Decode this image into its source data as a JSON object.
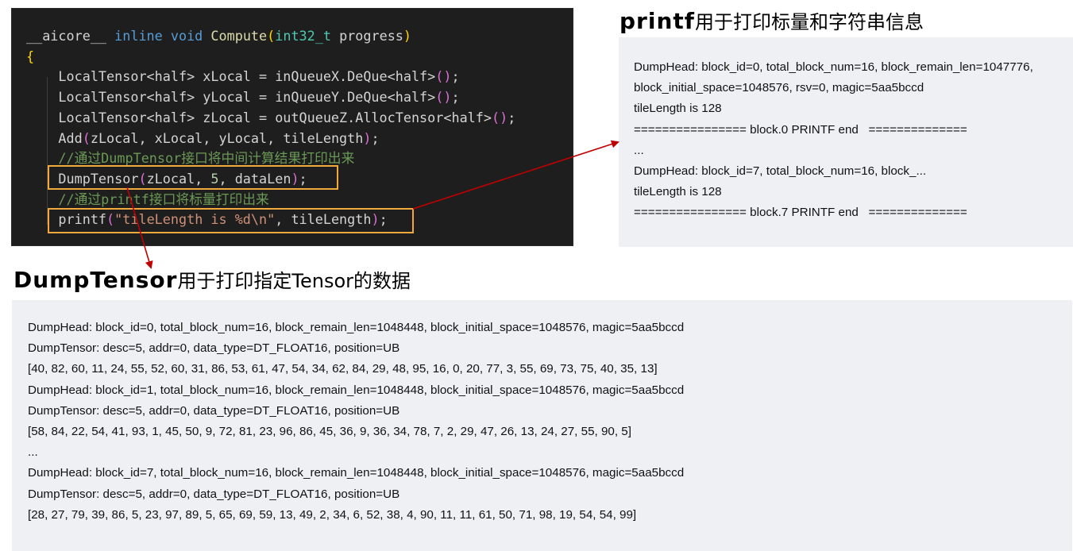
{
  "code": {
    "lines": [
      [
        {
          "t": "__aicore__ ",
          "c": ""
        },
        {
          "t": "inline ",
          "c": "kw"
        },
        {
          "t": "void ",
          "c": "kw"
        },
        {
          "t": "Compute",
          "c": "fn"
        },
        {
          "t": "(",
          "c": "br"
        },
        {
          "t": "int32_t ",
          "c": "ty"
        },
        {
          "t": "progress",
          "c": ""
        },
        {
          "t": ")",
          "c": "br"
        }
      ],
      [
        {
          "t": "{",
          "c": "br"
        }
      ],
      [
        {
          "t": "    LocalTensor<half> xLocal = inQueueX.DeQue<half>",
          "c": ""
        },
        {
          "t": "()",
          "c": "brp"
        },
        {
          "t": ";",
          "c": ""
        }
      ],
      [
        {
          "t": "    LocalTensor<half> yLocal = inQueueY.DeQue<half>",
          "c": ""
        },
        {
          "t": "()",
          "c": "brp"
        },
        {
          "t": ";",
          "c": ""
        }
      ],
      [
        {
          "t": "    LocalTensor<half> zLocal = outQueueZ.AllocTensor<half>",
          "c": ""
        },
        {
          "t": "()",
          "c": "brp"
        },
        {
          "t": ";",
          "c": ""
        }
      ],
      [
        {
          "t": "    Add",
          "c": ""
        },
        {
          "t": "(",
          "c": "brp"
        },
        {
          "t": "zLocal, xLocal, yLocal, tileLength",
          "c": ""
        },
        {
          "t": ")",
          "c": "brp"
        },
        {
          "t": ";",
          "c": ""
        }
      ],
      [
        {
          "t": "    //通过DumpTensor接口将中间计算结果打印出来",
          "c": "cm"
        }
      ],
      [
        {
          "t": "    DumpTensor",
          "c": ""
        },
        {
          "t": "(",
          "c": "brp"
        },
        {
          "t": "zLocal, ",
          "c": ""
        },
        {
          "t": "5",
          "c": "num"
        },
        {
          "t": ", dataLen",
          "c": ""
        },
        {
          "t": ")",
          "c": "brp"
        },
        {
          "t": ";",
          "c": ""
        }
      ],
      [
        {
          "t": "    //通过printf接口将标量打印出来",
          "c": "cm"
        }
      ],
      [
        {
          "t": "    printf",
          "c": ""
        },
        {
          "t": "(",
          "c": "brp"
        },
        {
          "t": "\"tileLength is %d\\n\"",
          "c": "str"
        },
        {
          "t": ", tileLength",
          "c": ""
        },
        {
          "t": ")",
          "c": "brp"
        },
        {
          "t": ";",
          "c": ""
        }
      ]
    ]
  },
  "printf_heading": {
    "bold": "printf",
    "rest": "用于打印标量和字符串信息"
  },
  "dump_heading": {
    "bold": "DumpTensor",
    "rest": "用于打印指定Tensor的数据"
  },
  "printf_output": [
    "DumpHead: block_id=0, total_block_num=16, block_remain_len=1047776,",
    "block_initial_space=1048576, rsv=0, magic=5aa5bccd",
    "tileLength is 128",
    "================ block.0 PRINTF end   ==============",
    "...",
    "DumpHead: block_id=7, total_block_num=16, block_...",
    "tileLength is 128",
    "================ block.7 PRINTF end   =============="
  ],
  "dump_output": [
    "DumpHead: block_id=0, total_block_num=16, block_remain_len=1048448, block_initial_space=1048576, magic=5aa5bccd",
    "DumpTensor: desc=5, addr=0, data_type=DT_FLOAT16, position=UB",
    "[40, 82, 60, 11, 24, 55, 52, 60, 31, 86, 53, 61, 47, 54, 34, 62, 84, 29, 48, 95, 16, 0, 20, 77, 3, 55, 69, 73, 75, 40, 35, 13]",
    "DumpHead: block_id=1, total_block_num=16, block_remain_len=1048448, block_initial_space=1048576, magic=5aa5bccd",
    "DumpTensor: desc=5, addr=0, data_type=DT_FLOAT16, position=UB",
    "[58, 84, 22, 54, 41, 93, 1, 45, 50, 9, 72, 81, 23, 96, 86, 45, 36, 9, 36, 34, 78, 7, 2, 29, 47, 26, 13, 24, 27, 55, 90, 5]",
    "...",
    "DumpHead: block_id=7, total_block_num=16, block_remain_len=1048448, block_initial_space=1048576, magic=5aa5bccd",
    "DumpTensor: desc=5, addr=0, data_type=DT_FLOAT16, position=UB",
    "[28, 27, 79, 39, 86, 5, 23, 97, 89, 5, 65, 69, 59, 13, 49, 2, 34, 6, 52, 38, 4, 90, 11, 11, 61, 50, 71, 98, 19, 54, 54, 99]"
  ],
  "colors": {
    "highlight": "#f2a93b",
    "arrow": "#c00000",
    "panel": "#eef0f4",
    "code_bg": "#1e1e1e"
  }
}
